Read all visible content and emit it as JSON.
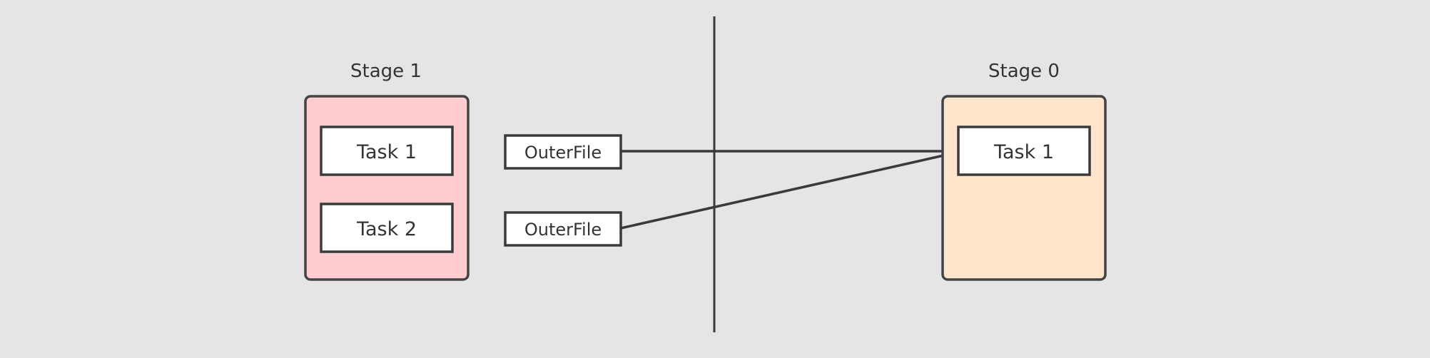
{
  "stages": [
    {
      "title": "Stage 1",
      "fill": "#ffccd0",
      "tasks": [
        "Task 1",
        "Task 2"
      ]
    },
    {
      "title": "Stage 0",
      "fill": "#fee5cb",
      "tasks": [
        "Task 1"
      ]
    }
  ],
  "files": [
    "OuterFile",
    "OuterFile"
  ],
  "colors": {
    "background": "#e5e5e5",
    "stroke": "#3a3a3a",
    "box_fill": "#ffffff"
  }
}
